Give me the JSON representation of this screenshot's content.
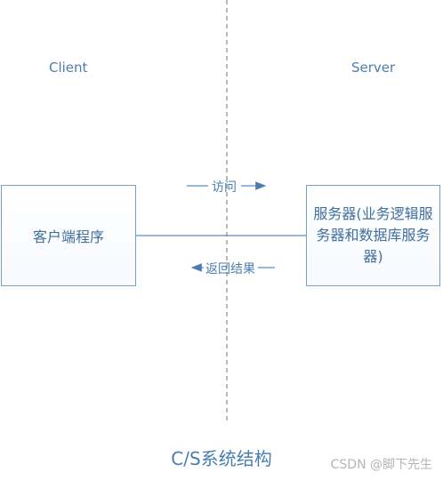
{
  "labels": {
    "client": "Client",
    "server": "Server"
  },
  "boxes": {
    "client": "客户端程序",
    "server": "服务器(业务逻辑服务器和数据库服务器)"
  },
  "arrows": {
    "visit": "访问",
    "return": "返回结果"
  },
  "title": "C/S系统结构",
  "watermark": "CSDN @脚下先生",
  "colors": {
    "accent": "#4a7eb0",
    "line": "#5b8ec4",
    "divider": "#8a8a8a",
    "box_border": "#7a9fc4"
  }
}
